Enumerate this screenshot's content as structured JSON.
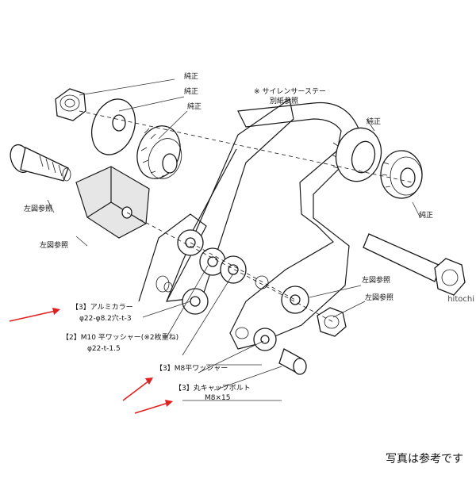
{
  "labels": {
    "junsei_1": "純正",
    "junsei_2": "純正",
    "junsei_3": "純正",
    "junsei_4": "純正",
    "junsei_5": "純正",
    "silencer_line1": "※ サイレンサーステー",
    "silencer_line2": "別紙参照",
    "left_ref_1": "左図参照",
    "left_ref_2": "左図参照",
    "left_ref_3": "左図参照",
    "left_ref_4": "左図参照"
  },
  "callouts": {
    "collar_line1": "【3】アルミカラー",
    "collar_line2": "φ22-φ8.2穴-t-3",
    "washer10_line1": "【2】M10 平ワッシャー(※2枚重ね)",
    "washer10_line2": "φ22-t-1.5",
    "washer8": "【3】M8平ワッシャー",
    "bolt_line1": "【3】丸キャップボルト",
    "bolt_line2": "M8×15"
  },
  "watermark": "hitochi",
  "caption": "写真は参考です",
  "colors": {
    "arrow": "#e02020",
    "line": "#1a1a1a"
  }
}
